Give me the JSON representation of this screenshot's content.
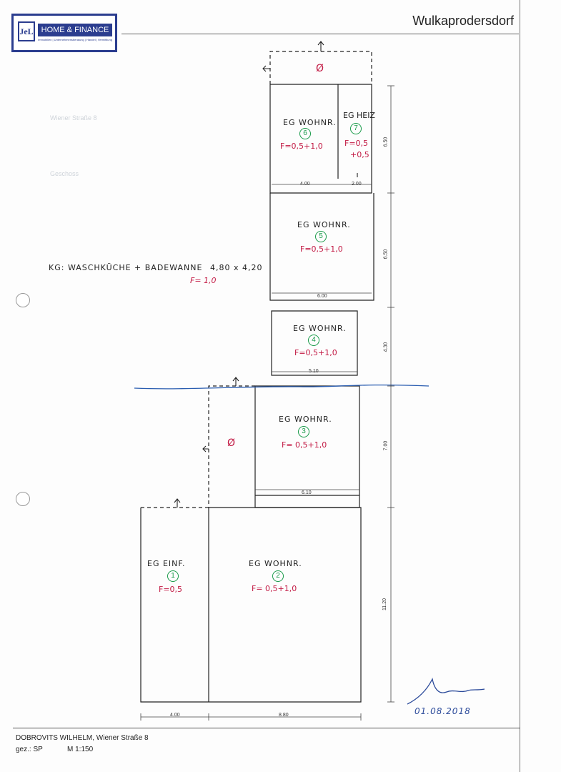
{
  "header": {
    "logo_mark": "JeL",
    "logo_name": "HOME & FINANCE",
    "logo_tagline": "Immobilien | Unternehmensberatung | Handel | Vermittlung",
    "place": "Wulkaprodersdorf"
  },
  "basement": {
    "line": "KG: WASCHKÜCHE + BADEWANNE",
    "size": "4,80 x 4,20",
    "factor": "F= 1,0"
  },
  "rooms": [
    {
      "label": "EG WOHNR.",
      "num": "6",
      "factor": "F=0,5+1,0"
    },
    {
      "label": "EG HEIZ",
      "num": "7",
      "factor": "F=0,5",
      "factor2": "+0,5"
    },
    {
      "label": "EG WOHNR.",
      "num": "5",
      "factor": "F=0,5+1,0"
    },
    {
      "label": "EG WOHNR.",
      "num": "4",
      "factor": "F=0,5+1,0"
    },
    {
      "label": "EG WOHNR.",
      "num": "3",
      "factor": "F= 0,5+1,0"
    },
    {
      "label": "EG EINF.",
      "num": "1",
      "factor": "F=0,5"
    },
    {
      "label": "EG WOHNR.",
      "num": "2",
      "factor": "F= 0,5+1,0"
    }
  ],
  "void_symbol": "Ø",
  "dims": {
    "w_top_left": "4.00",
    "w_top_right": "2.00",
    "w_5": "6.00",
    "w_4": "5.10",
    "w_3": "6.10",
    "w_bot_left": "4.00",
    "w_bot_right": "8.80",
    "h_1": "6.50",
    "h_2": "6.50",
    "h_3": "4.30",
    "h_4": "7.00",
    "h_5": "11.20"
  },
  "signature": {
    "date": "01.08.2018"
  },
  "footer": {
    "line1": "DOBROVITS WILHELM, Wiener Straße 8",
    "drawn_by": "gez.: SP",
    "scale": "M 1:150"
  }
}
